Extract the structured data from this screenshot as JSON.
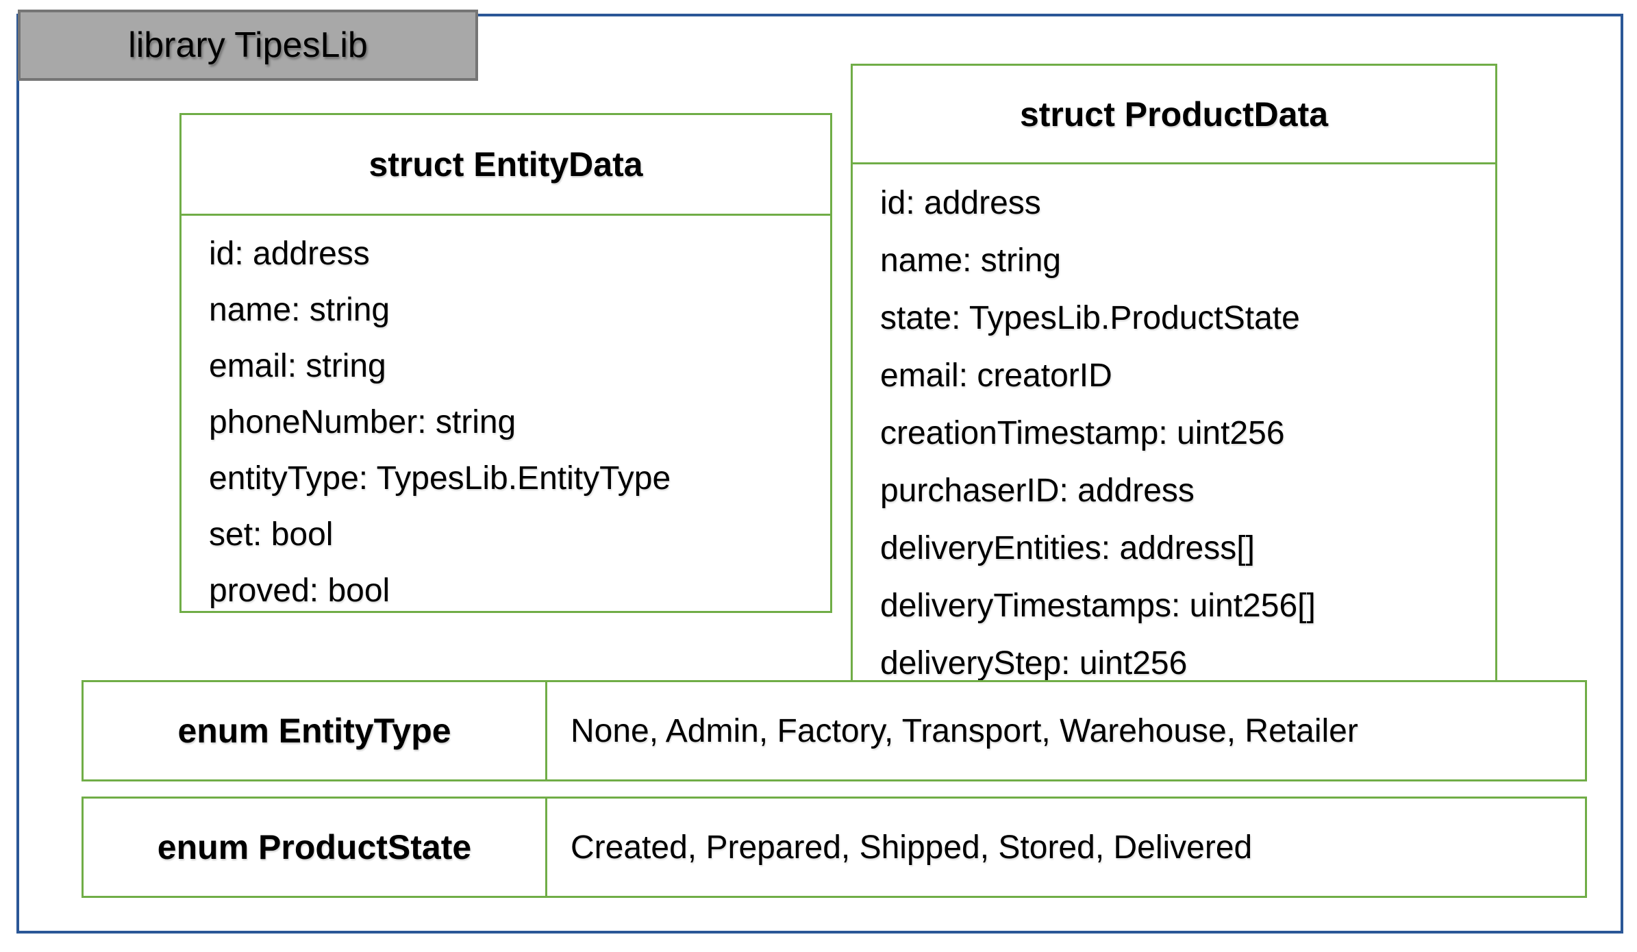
{
  "diagram": {
    "title": "library TipesLib",
    "colors": {
      "outer_border_blue": "#2b5797",
      "box_border_green": "#70ad47",
      "tab_fill_gray": "#a8a8a8",
      "tab_border_gray": "#757575",
      "text": "#000000"
    },
    "structs": [
      {
        "name": "struct EntityData",
        "fields": [
          "id: address",
          "name: string",
          "email: string",
          "phoneNumber: string",
          "entityType: TypesLib.EntityType",
          "set: bool",
          "proved: bool"
        ]
      },
      {
        "name": "struct ProductData",
        "fields": [
          "id: address",
          "name: string",
          "state: TypesLib.ProductState",
          "email: creatorID",
          "creationTimestamp: uint256",
          "purchaserID: address",
          "deliveryEntities: address[]",
          "deliveryTimestamps: uint256[]",
          "deliveryStep: uint256"
        ]
      }
    ],
    "enums": [
      {
        "name": "enum EntityType",
        "values": "None, Admin, Factory, Transport, Warehouse, Retailer"
      },
      {
        "name": "enum ProductState",
        "values": "Created, Prepared, Shipped, Stored, Delivered"
      }
    ]
  }
}
